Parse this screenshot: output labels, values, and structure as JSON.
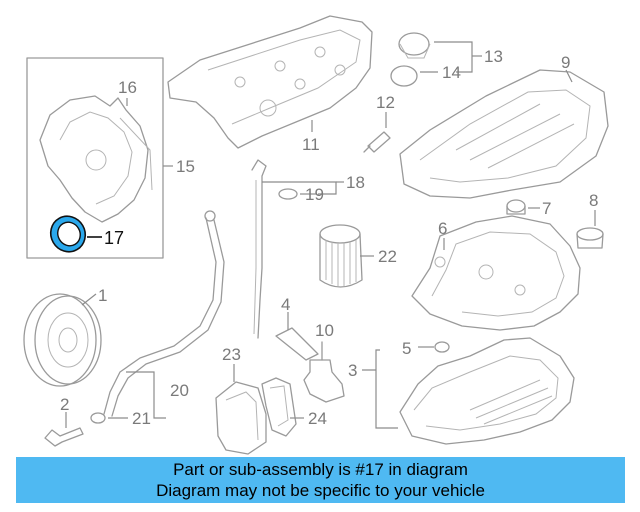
{
  "diagram": {
    "highlight_color": "#4fb9f2",
    "highlighted_callout": "17",
    "callouts": {
      "c1": "1",
      "c2": "2",
      "c3": "3",
      "c4": "4",
      "c5": "5",
      "c6": "6",
      "c7": "7",
      "c8": "8",
      "c9": "9",
      "c10": "10",
      "c11": "11",
      "c12": "12",
      "c13": "13",
      "c14": "14",
      "c15": "15",
      "c16": "16",
      "c17": "17",
      "c18": "18",
      "c19": "19",
      "c20": "20",
      "c21": "21",
      "c22": "22",
      "c23": "23",
      "c24": "24"
    }
  },
  "banner": {
    "line1": "Part or sub-assembly is #17 in diagram",
    "line2": "Diagram may not be specific to your vehicle"
  }
}
